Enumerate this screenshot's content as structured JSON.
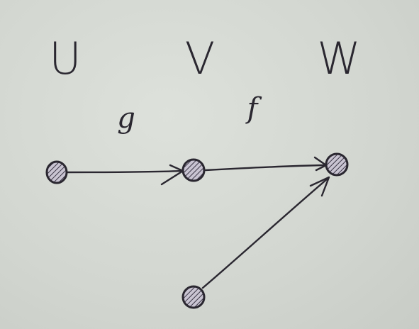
{
  "sets": {
    "u": "U",
    "v": "V",
    "w": "W"
  },
  "maps": {
    "g": "g",
    "f": "f"
  },
  "ink_color": "#2a2730",
  "paper_color": "#d4d8d2"
}
